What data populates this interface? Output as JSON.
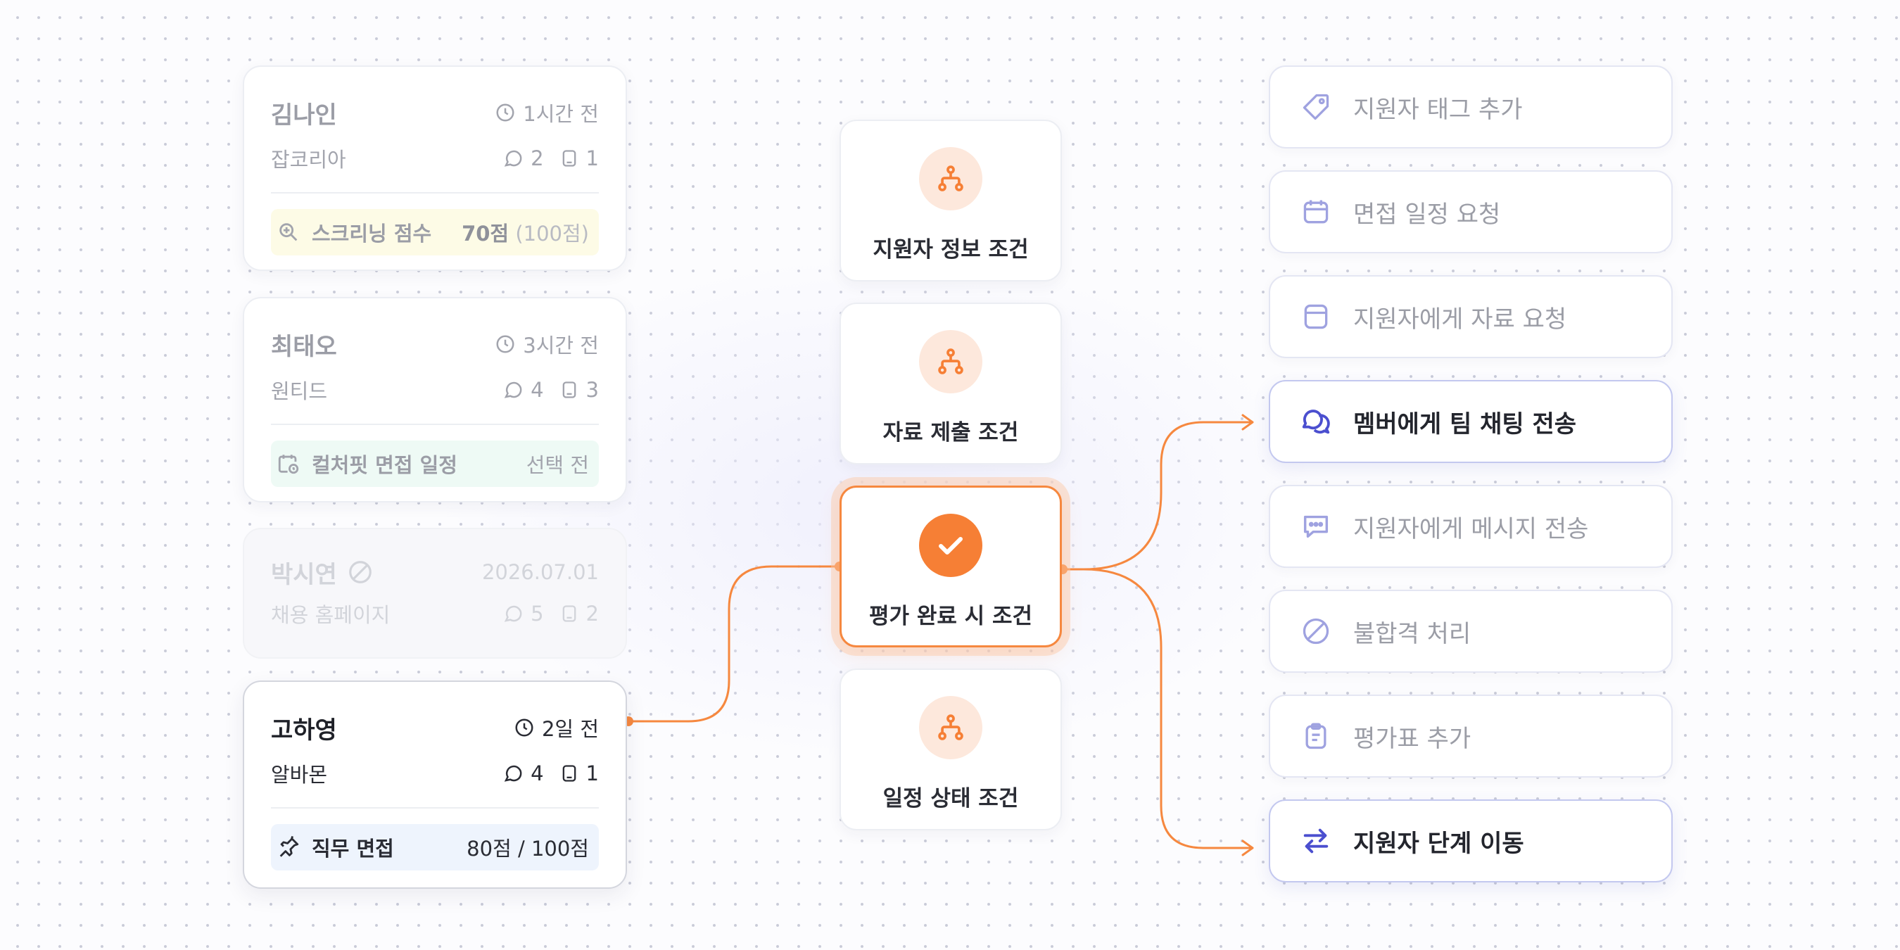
{
  "applicants": [
    {
      "name": "김나인",
      "time": "1시간 전",
      "source": "잡코리아",
      "comments": "2",
      "files": "1",
      "banner": {
        "label": "스크리닝 점수",
        "value": "70점",
        "value_sub": "(100점)",
        "bg": "#fdfbe6"
      }
    },
    {
      "name": "최태오",
      "time": "3시간 전",
      "source": "원티드",
      "comments": "4",
      "files": "3",
      "banner": {
        "label": "컬처핏 면접 일정",
        "value": "선택 전",
        "bg": "#eefaf5"
      }
    },
    {
      "name": "박시연",
      "time": "2026.07.01",
      "source": "채용 홈페이지",
      "comments": "5",
      "files": "2",
      "status": "disabled"
    },
    {
      "name": "고하영",
      "time": "2일 전",
      "source": "알바몬",
      "comments": "4",
      "files": "1",
      "banner": {
        "label": "직무 면접",
        "value": "80점 / 100점",
        "bg": "#eef4fd"
      }
    }
  ],
  "conditions": [
    {
      "label": "지원자 정보 조건",
      "icon": "branch-icon"
    },
    {
      "label": "자료 제출 조건",
      "icon": "branch-icon"
    },
    {
      "label": "평가 완료 시 조건",
      "icon": "check-icon",
      "selected": true
    },
    {
      "label": "일정 상태 조건",
      "icon": "branch-icon"
    }
  ],
  "actions": [
    {
      "label": "지원자 태그 추가",
      "icon": "tag-icon"
    },
    {
      "label": "면접 일정 요청",
      "icon": "calendar-icon"
    },
    {
      "label": "지원자에게 자료 요청",
      "icon": "folder-icon"
    },
    {
      "label": "멤버에게 팀 채팅 전송",
      "icon": "team-chat-icon",
      "active": true
    },
    {
      "label": "지원자에게 메시지 전송",
      "icon": "message-icon"
    },
    {
      "label": "불합격 처리",
      "icon": "ban-icon"
    },
    {
      "label": "평가표 추가",
      "icon": "clipboard-icon"
    },
    {
      "label": "지원자 단계 이동",
      "icon": "swap-icon",
      "active": true
    }
  ],
  "colors": {
    "accent": "#f67f35",
    "accent_soft": "#fde8dc",
    "indigo": "#4b4fcf",
    "icon_muted": "#9fa2e0",
    "text_muted": "#9b9da6"
  }
}
